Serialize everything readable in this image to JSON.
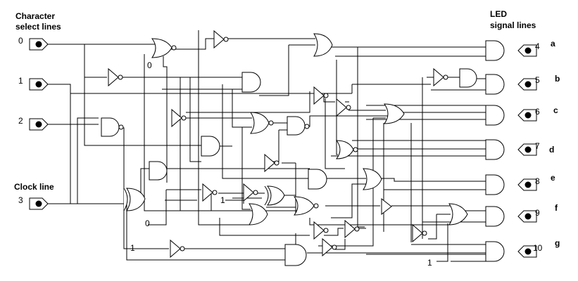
{
  "headings": {
    "left_title_line1": "Character",
    "left_title_line2": "select lines",
    "right_title_line1": "LED",
    "right_title_line2": "signal lines",
    "clock": "Clock line"
  },
  "inputs": [
    {
      "number": "0"
    },
    {
      "number": "1"
    },
    {
      "number": "2"
    },
    {
      "number": "3"
    }
  ],
  "outputs": [
    {
      "number": "4",
      "segment": "a"
    },
    {
      "number": "5",
      "segment": "b"
    },
    {
      "number": "6",
      "segment": "c"
    },
    {
      "number": "7",
      "segment": "d"
    },
    {
      "number": "8",
      "segment": "e"
    },
    {
      "number": "9",
      "segment": "f"
    },
    {
      "number": "10",
      "segment": "g"
    }
  ],
  "constants": {
    "c0_top": "0",
    "c1_mid": "1",
    "c0_bottom": "0",
    "c1_low": "1",
    "c1_bottom": "1"
  }
}
